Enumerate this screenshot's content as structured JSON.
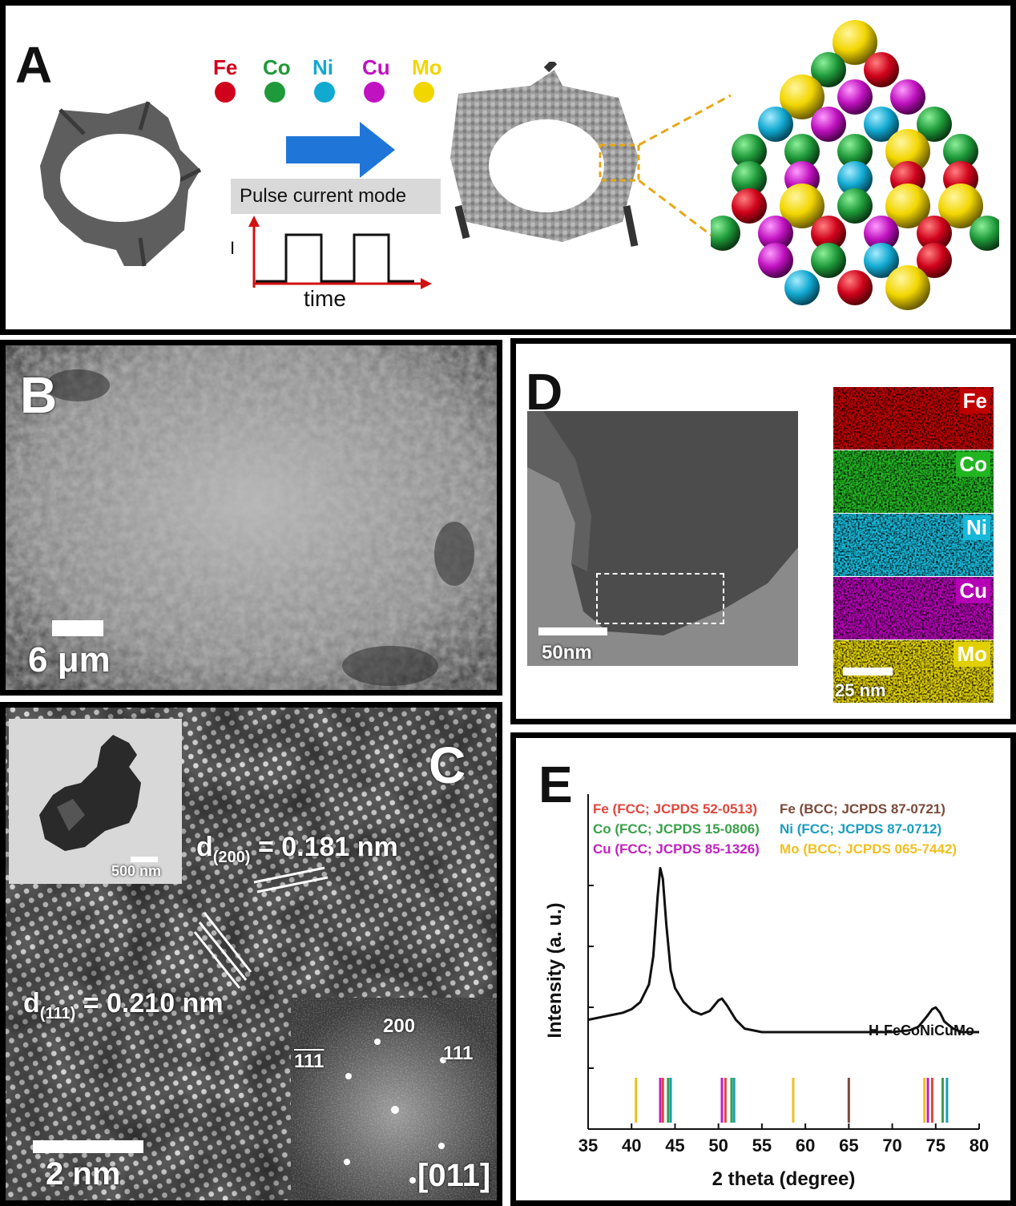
{
  "figure": {
    "panels": {
      "A": "A",
      "B": "B",
      "C": "C",
      "D": "D",
      "E": "E"
    }
  },
  "panelA": {
    "elements": [
      {
        "symbol": "Fe",
        "color": "#d0021b"
      },
      {
        "symbol": "Co",
        "color": "#1f9a3a"
      },
      {
        "symbol": "Ni",
        "color": "#12a9d1"
      },
      {
        "symbol": "Cu",
        "color": "#c012c0"
      },
      {
        "symbol": "Mo",
        "color": "#f2d600"
      }
    ],
    "mode_label": "Pulse current mode",
    "current_axis": "I",
    "time_axis": "time",
    "arrow_color": "#1f76d8"
  },
  "panelB": {
    "scale": "6 μm"
  },
  "panelC": {
    "d200": {
      "prefix": "d",
      "sub": "(200)",
      "value": "= 0.181 nm"
    },
    "d111": {
      "prefix": "d",
      "sub": "(111)",
      "value": "= 0.210 nm"
    },
    "inset_scale": "500 nm",
    "scale": "2 nm",
    "fft": {
      "spot_200": "200",
      "spot_111": "111",
      "spot_11m1": "111",
      "zone_axis": "[011]"
    }
  },
  "panelD": {
    "scale_main": "50nm",
    "scale_maps": "25 nm",
    "maps": [
      {
        "label": "Fe",
        "color": "#c00000"
      },
      {
        "label": "Co",
        "color": "#22b522"
      },
      {
        "label": "Ni",
        "color": "#17b8d8"
      },
      {
        "label": "Cu",
        "color": "#b500b5"
      },
      {
        "label": "Mo",
        "color": "#e0d000"
      }
    ]
  },
  "panelE": {
    "legend": [
      [
        {
          "text": "Fe (FCC; JCPDS  52-0513)",
          "color": "#e0463c"
        },
        {
          "text": "Fe (BCC; JCPDS  87-0721)",
          "color": "#7b4a3a"
        }
      ],
      [
        {
          "text": "Co (FCC; JCPDS 15-0806)",
          "color": "#3aa04a"
        },
        {
          "text": "Ni (FCC; JCPDS 87-0712)",
          "color": "#1a9ec0"
        }
      ],
      [
        {
          "text": "Cu (FCC; JCPDS 85-1326)",
          "color": "#c020c0"
        },
        {
          "text": "Mo (BCC; JCPDS 065-7442)",
          "color": "#f0c020"
        }
      ]
    ],
    "sample_label": "H-FeCoNiCuMo"
  },
  "chart_data": {
    "type": "line",
    "xlabel": "2 theta (degree)",
    "ylabel": "Intensity (a. u.)",
    "xlim": [
      35,
      80
    ],
    "xticks": [
      35,
      40,
      45,
      50,
      55,
      60,
      65,
      70,
      75,
      80
    ],
    "series": [
      {
        "name": "H-FeCoNiCuMo",
        "x": [
          35,
          37,
          39,
          40,
          41,
          42,
          42.5,
          43,
          43.3,
          43.6,
          44,
          44.5,
          45,
          46,
          47,
          48,
          49,
          49.5,
          50,
          50.4,
          51,
          52,
          53,
          55,
          58,
          62,
          66,
          70,
          72,
          73,
          74,
          74.6,
          75,
          75.5,
          76,
          77,
          78,
          80
        ],
        "y": [
          0.62,
          0.64,
          0.66,
          0.68,
          0.72,
          0.82,
          0.98,
          1.32,
          1.48,
          1.42,
          1.16,
          0.9,
          0.8,
          0.72,
          0.67,
          0.65,
          0.67,
          0.7,
          0.73,
          0.74,
          0.7,
          0.62,
          0.57,
          0.55,
          0.55,
          0.55,
          0.55,
          0.55,
          0.56,
          0.58,
          0.64,
          0.68,
          0.69,
          0.66,
          0.61,
          0.57,
          0.55,
          0.55
        ]
      }
    ],
    "reference_lines": [
      {
        "phase": "Mo (BCC)",
        "color": "#f0c020",
        "x": [
          40.5,
          58.6,
          73.7
        ]
      },
      {
        "phase": "Cu (FCC)",
        "color": "#c020c0",
        "x": [
          43.3,
          50.4,
          74.1
        ]
      },
      {
        "phase": "Fe (FCC)",
        "color": "#e0463c",
        "x": [
          43.6,
          50.8,
          74.6
        ]
      },
      {
        "phase": "Co (FCC)",
        "color": "#3aa04a",
        "x": [
          44.2,
          51.5,
          75.8
        ]
      },
      {
        "phase": "Ni (FCC)",
        "color": "#1a9ec0",
        "x": [
          44.5,
          51.8,
          76.3
        ]
      },
      {
        "phase": "Fe (BCC)",
        "color": "#7b4a3a",
        "x": [
          65.0
        ]
      }
    ]
  }
}
